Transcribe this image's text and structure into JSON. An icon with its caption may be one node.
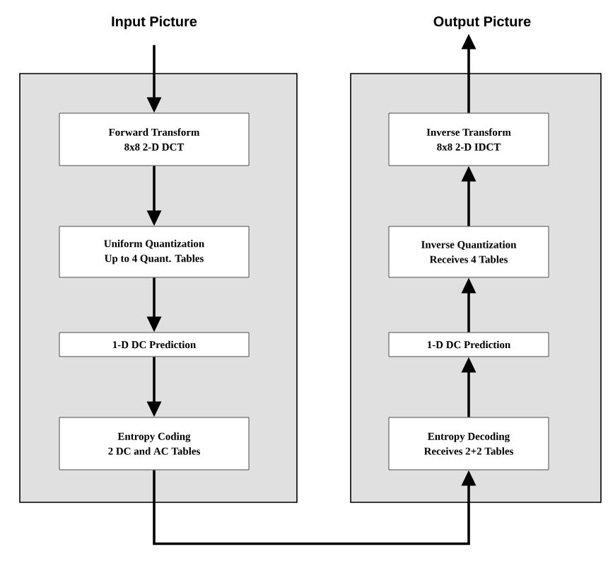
{
  "diagram": {
    "nodes": [
      {
        "text": [
          "Input Picture"
        ]
      },
      {
        "text": [
          "Output Picture"
        ]
      },
      {
        "text": [],
        "shape": "box"
      },
      {
        "text": [
          "Forward Transform",
          "8x8 2-D DCT"
        ],
        "in": 2
      },
      {
        "text": [
          "Uniform Quantization",
          "Up to 4 Quant. Tables"
        ],
        "in": 2
      },
      {
        "text": [
          "1-D DC Prediction"
        ],
        "in": 2
      },
      {
        "text": [
          "Entropy Coding",
          "2 DC and AC Tables"
        ],
        "in": 2
      },
      {
        "text": [],
        "shape": "box"
      },
      {
        "text": [
          "Inverse Transform",
          "8x8 2-D IDCT"
        ],
        "in": 7
      },
      {
        "text": [
          "Inverse Quantization",
          "Receives 4 Tables"
        ],
        "in": 7
      },
      {
        "text": [
          "1-D DC Prediction"
        ],
        "in": 7
      },
      {
        "text": [
          "Entropy Decoding",
          "Receives 2+2 Tables"
        ],
        "in": 7
      }
    ],
    "edges": [
      {
        "from": 0,
        "to": 3,
        "arrow": "to"
      },
      {
        "from": 3,
        "to": 4,
        "arrow": "to"
      },
      {
        "from": 4,
        "to": 5,
        "arrow": "to"
      },
      {
        "from": 5,
        "to": 6,
        "arrow": "to"
      },
      {
        "from": 6,
        "to": 11,
        "arrow": "to"
      },
      {
        "from": 11,
        "to": 10,
        "arrow": "to"
      },
      {
        "from": 10,
        "to": 9,
        "arrow": "to"
      },
      {
        "from": 9,
        "to": 8,
        "arrow": "to"
      },
      {
        "from": 8,
        "to": 1,
        "arrow": "to"
      }
    ]
  }
}
